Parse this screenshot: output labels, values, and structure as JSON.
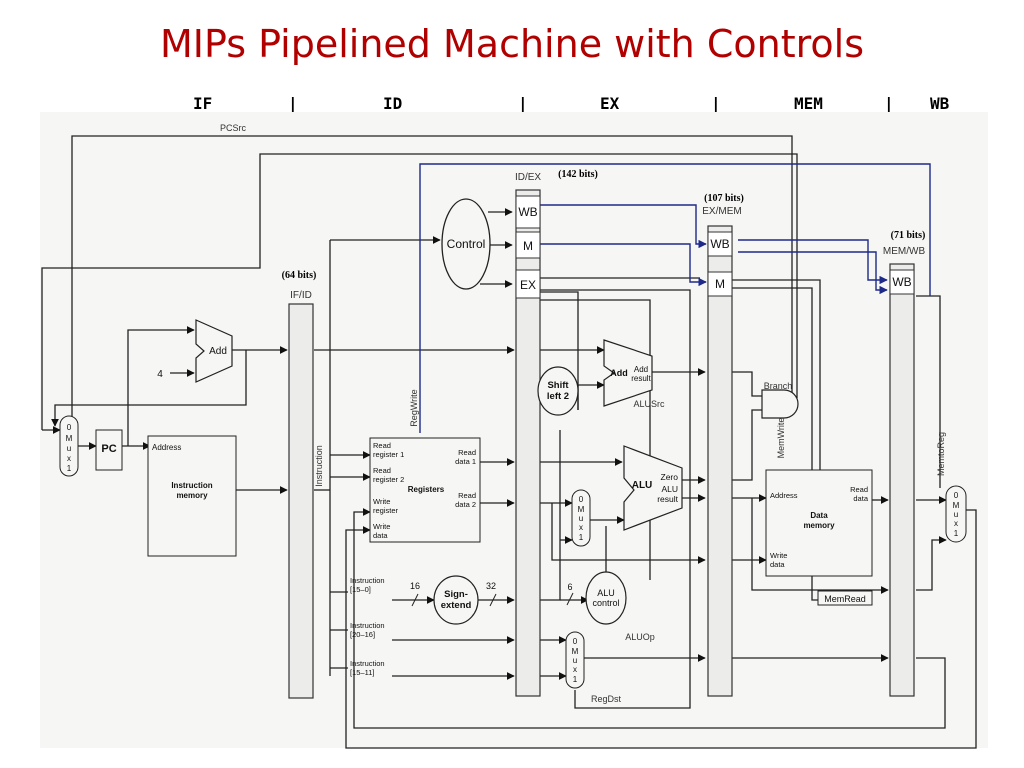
{
  "title": "MIPs Pipelined Machine with Controls",
  "stages": [
    "IF",
    "|",
    "ID",
    "|",
    "EX",
    "|",
    "MEM",
    "|",
    "WB"
  ],
  "registers": {
    "ifid": {
      "name": "IF/ID",
      "bits": "(64 bits)"
    },
    "idex": {
      "name": "ID/EX",
      "bits": "(142 bits)"
    },
    "exmem": {
      "name": "EX/MEM",
      "bits": "(107 bits)"
    },
    "memwb": {
      "name": "MEM/WB",
      "bits": "(71 bits)"
    }
  },
  "fields": {
    "wb": "WB",
    "m": "M",
    "ex": "EX"
  },
  "signals": {
    "pcsrc": "PCSrc",
    "regwrite": "RegWrite",
    "alusrc": "ALUSrc",
    "branch": "Branch",
    "memwrite": "MemWrite",
    "memtoreg": "MemtoReg",
    "memread": "MemRead",
    "aluop": "ALUOp",
    "regdst": "RegDst",
    "instruction": "Instruction"
  },
  "blocks": {
    "control": "Control",
    "add": "Add",
    "four": "4",
    "pc": "PC",
    "instr_mem": [
      "Instruction",
      "memory"
    ],
    "address": "Address",
    "registers": {
      "title": "Registers",
      "read_reg1": [
        "Read",
        "register 1"
      ],
      "read_reg2": [
        "Read",
        "register 2"
      ],
      "write_reg": [
        "Write",
        "register"
      ],
      "write_data": [
        "Write",
        "data"
      ],
      "read_data1": [
        "Read",
        "data 1"
      ],
      "read_data2": [
        "Read",
        "data 2"
      ]
    },
    "sign_extend": [
      "Sign-",
      "extend"
    ],
    "bits16": "16",
    "bits32": "32",
    "bits6": "6",
    "shift_left2": [
      "Shift",
      "left 2"
    ],
    "add_alu": {
      "main": "Add",
      "result": [
        "Add",
        "result"
      ]
    },
    "alu": {
      "main": "ALU",
      "zero": "Zero",
      "result": [
        "ALU",
        "result"
      ]
    },
    "alu_control": [
      "ALU",
      "control"
    ],
    "data_mem": {
      "title": [
        "Data",
        "memory"
      ],
      "address": "Address",
      "read_data": [
        "Read",
        "data"
      ],
      "write_data": [
        "Write",
        "data"
      ]
    },
    "mux": [
      "0",
      "M",
      "u",
      "x",
      "1"
    ],
    "instr_15_0": [
      "Instruction",
      "[15–0]"
    ],
    "instr_20_16": [
      "Instruction",
      "[20–16]"
    ],
    "instr_15_11": [
      "Instruction",
      "[15–11]"
    ]
  }
}
